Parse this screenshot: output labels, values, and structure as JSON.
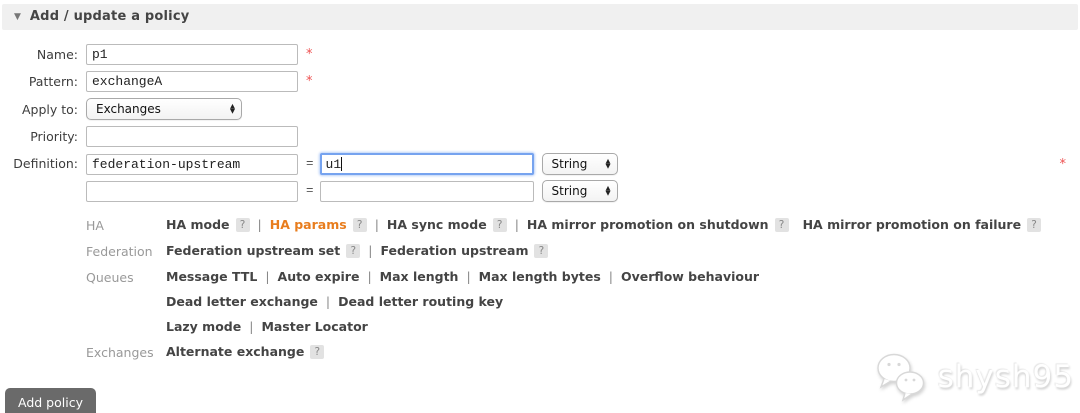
{
  "header": {
    "title": "Add / update a policy"
  },
  "icons": {
    "collapse": "▼",
    "select_up": "▲",
    "select_down": "▼",
    "help": "?"
  },
  "form": {
    "name": {
      "label": "Name:",
      "value": "p1",
      "required": "*"
    },
    "pattern": {
      "label": "Pattern:",
      "value": "exchangeA",
      "required": "*"
    },
    "apply_to": {
      "label": "Apply to:",
      "selected": "Exchanges"
    },
    "priority": {
      "label": "Priority:",
      "value": ""
    },
    "definition": {
      "label": "Definition:",
      "required": "*",
      "rows": [
        {
          "key": "federation-upstream",
          "equals": "=",
          "value": "u1",
          "type": "String",
          "focused": true
        },
        {
          "key": "",
          "equals": "=",
          "value": "",
          "type": "String",
          "focused": false
        }
      ]
    }
  },
  "help_sections": [
    {
      "category": "HA",
      "lines": [
        [
          {
            "label": "HA mode",
            "help": true
          },
          {
            "label": "HA params",
            "help": true,
            "highlight": true
          },
          {
            "label": "HA sync mode",
            "help": true
          },
          {
            "label": "HA mirror promotion on shutdown",
            "help": true
          },
          {
            "label": "HA mirror promotion on failure",
            "help": true,
            "no_separator": true
          }
        ]
      ]
    },
    {
      "category": "Federation",
      "lines": [
        [
          {
            "label": "Federation upstream set",
            "help": true
          },
          {
            "label": "Federation upstream",
            "help": true
          }
        ]
      ]
    },
    {
      "category": "Queues",
      "lines": [
        [
          {
            "label": "Message TTL"
          },
          {
            "label": "Auto expire"
          },
          {
            "label": "Max length"
          },
          {
            "label": "Max length bytes"
          },
          {
            "label": "Overflow behaviour"
          }
        ],
        [
          {
            "label": "Dead letter exchange"
          },
          {
            "label": "Dead letter routing key"
          }
        ],
        [
          {
            "label": "Lazy mode"
          },
          {
            "label": "Master Locator"
          }
        ]
      ]
    },
    {
      "category": "Exchanges",
      "lines": [
        [
          {
            "label": "Alternate exchange",
            "help": true
          }
        ]
      ]
    }
  ],
  "add_button": {
    "label": "Add policy"
  },
  "watermark": {
    "text": "shysh95"
  },
  "colors": {
    "highlight_link": "#e87d1e",
    "required": "#ee5050",
    "header_bg": "#f0f0f0",
    "button_bg": "#6a6a6a",
    "focus_ring": "#76a3ef"
  }
}
